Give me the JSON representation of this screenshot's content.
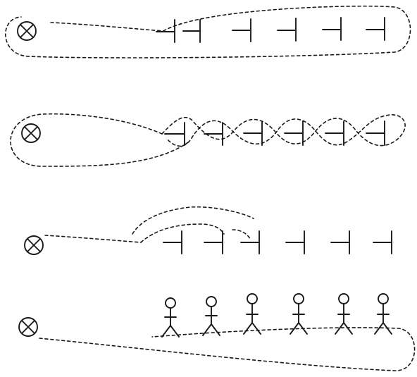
{
  "diagram": {
    "panels": [
      {
        "id": "single-loop",
        "source_symbol": "circle-x-icon",
        "unit_symbol": "t-bar-icon",
        "unit_count": 6,
        "path_style": "dashed-loop"
      },
      {
        "id": "braided-loop",
        "source_symbol": "circle-x-icon",
        "unit_symbol": "t-bar-icon",
        "unit_count": 6,
        "path_style": "dashed-braid"
      },
      {
        "id": "partial-arcs",
        "source_symbol": "circle-x-icon",
        "unit_symbol": "t-bar-icon",
        "unit_count": 6,
        "path_style": "dashed-arcs"
      },
      {
        "id": "stick-figures",
        "source_symbol": "circle-x-icon",
        "unit_symbol": "stick-figure-icon",
        "unit_count": 6,
        "path_style": "dashed-loop"
      }
    ],
    "stroke_color": "#1a1a1a",
    "background_color": "#ffffff"
  }
}
